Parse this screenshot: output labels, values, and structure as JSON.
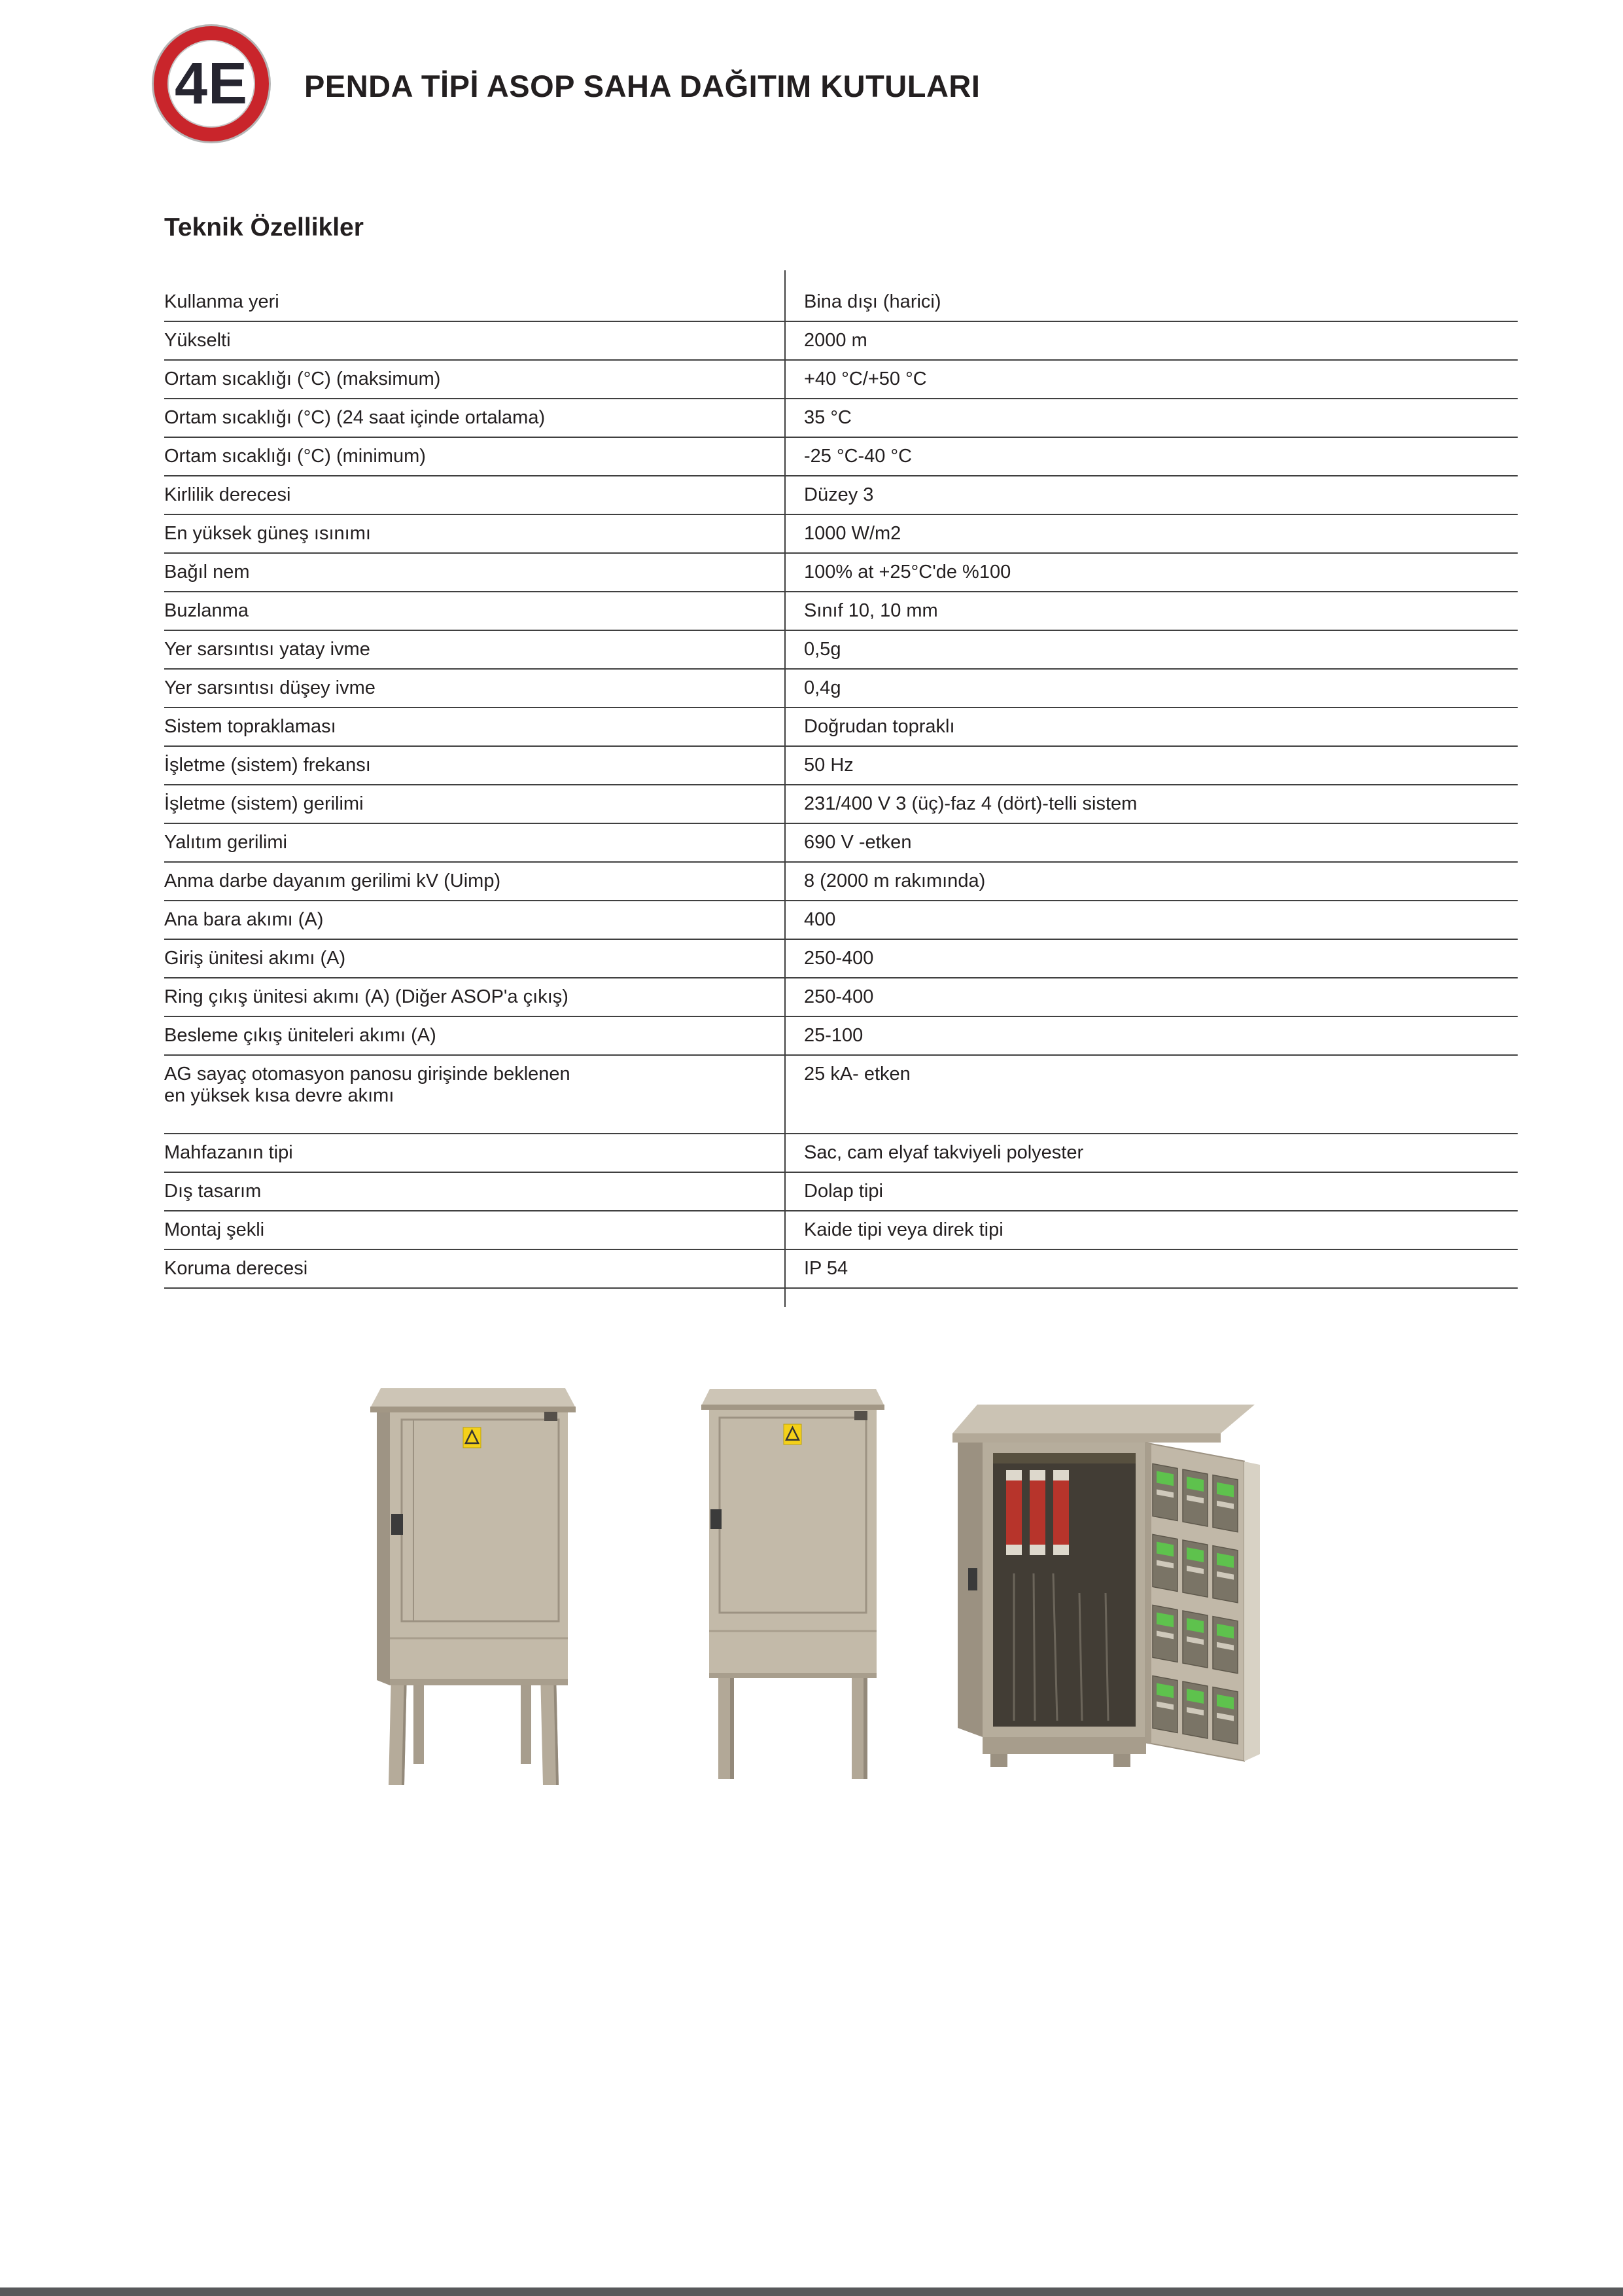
{
  "colors": {
    "accent_red": "#c9252b",
    "table_line": "#404040",
    "warning_yellow": "#f4d019",
    "display_green": "#5ec24d",
    "cabinet_beige": "#c3baa9"
  },
  "header": {
    "badge_label": "4E",
    "title": "PENDA TİPİ ASOP SAHA DAĞITIM KUTULARI"
  },
  "section": {
    "heading": "Teknik Özellikler"
  },
  "table": {
    "rows": [
      {
        "label": "Kullanma yeri",
        "value": "Bina dışı (harici)"
      },
      {
        "label": "Yükselti",
        "value": "2000 m"
      },
      {
        "label": "Ortam sıcaklığı (°C) (maksimum)",
        "value": "+40 °C/+50 °C"
      },
      {
        "label": "Ortam sıcaklığı (°C) (24 saat içinde ortalama)",
        "value": "35 °C"
      },
      {
        "label": "Ortam sıcaklığı (°C) (minimum)",
        "value": "-25 °C-40 °C"
      },
      {
        "label": "Kirlilik derecesi",
        "value": "Düzey 3"
      },
      {
        "label": "En yüksek güneş ısınımı",
        "value": "1000 W/m2"
      },
      {
        "label": "Bağıl nem",
        "value": "100% at +25°C'de %100"
      },
      {
        "label": "Buzlanma",
        "value": "Sınıf 10, 10 mm"
      },
      {
        "label": "Yer sarsıntısı yatay ivme",
        "value": "0,5g"
      },
      {
        "label": "Yer sarsıntısı düşey ivme",
        "value": "0,4g"
      },
      {
        "label": "Sistem topraklaması",
        "value": "Doğrudan topraklı"
      },
      {
        "label": "İşletme (sistem) frekansı",
        "value": "50 Hz"
      },
      {
        "label": "İşletme (sistem) gerilimi",
        "value": "231/400 V 3 (üç)-faz 4 (dört)-telli sistem"
      },
      {
        "label": "Yalıtım gerilimi",
        "value": "690 V -etken"
      },
      {
        "label": "Anma darbe dayanım gerilimi kV (Uimp)",
        "value": "8 (2000 m rakımında)"
      },
      {
        "label": "Ana bara akımı (A)",
        "value": "400"
      },
      {
        "label": "Giriş ünitesi akımı (A)",
        "value": "250-400"
      },
      {
        "label": "Ring çıkış ünitesi akımı (A) (Diğer ASOP'a çıkış)",
        "value": "250-400"
      },
      {
        "label": "Besleme çıkış üniteleri akımı (A)",
        "value": "25-100"
      },
      {
        "label": "AG sayaç otomasyon panosu girişinde beklenen\nen yüksek kısa devre akımı",
        "value": "25 kA- etken"
      },
      {
        "label": "Mahfazanın tipi",
        "value": "Sac, cam elyaf takviyeli polyester"
      },
      {
        "label": "Dış tasarım",
        "value": "Dolap tipi"
      },
      {
        "label": "Montaj şekli",
        "value": "Kaide tipi veya direk tipi"
      },
      {
        "label": "Koruma derecesi",
        "value": "IP 54"
      }
    ]
  }
}
